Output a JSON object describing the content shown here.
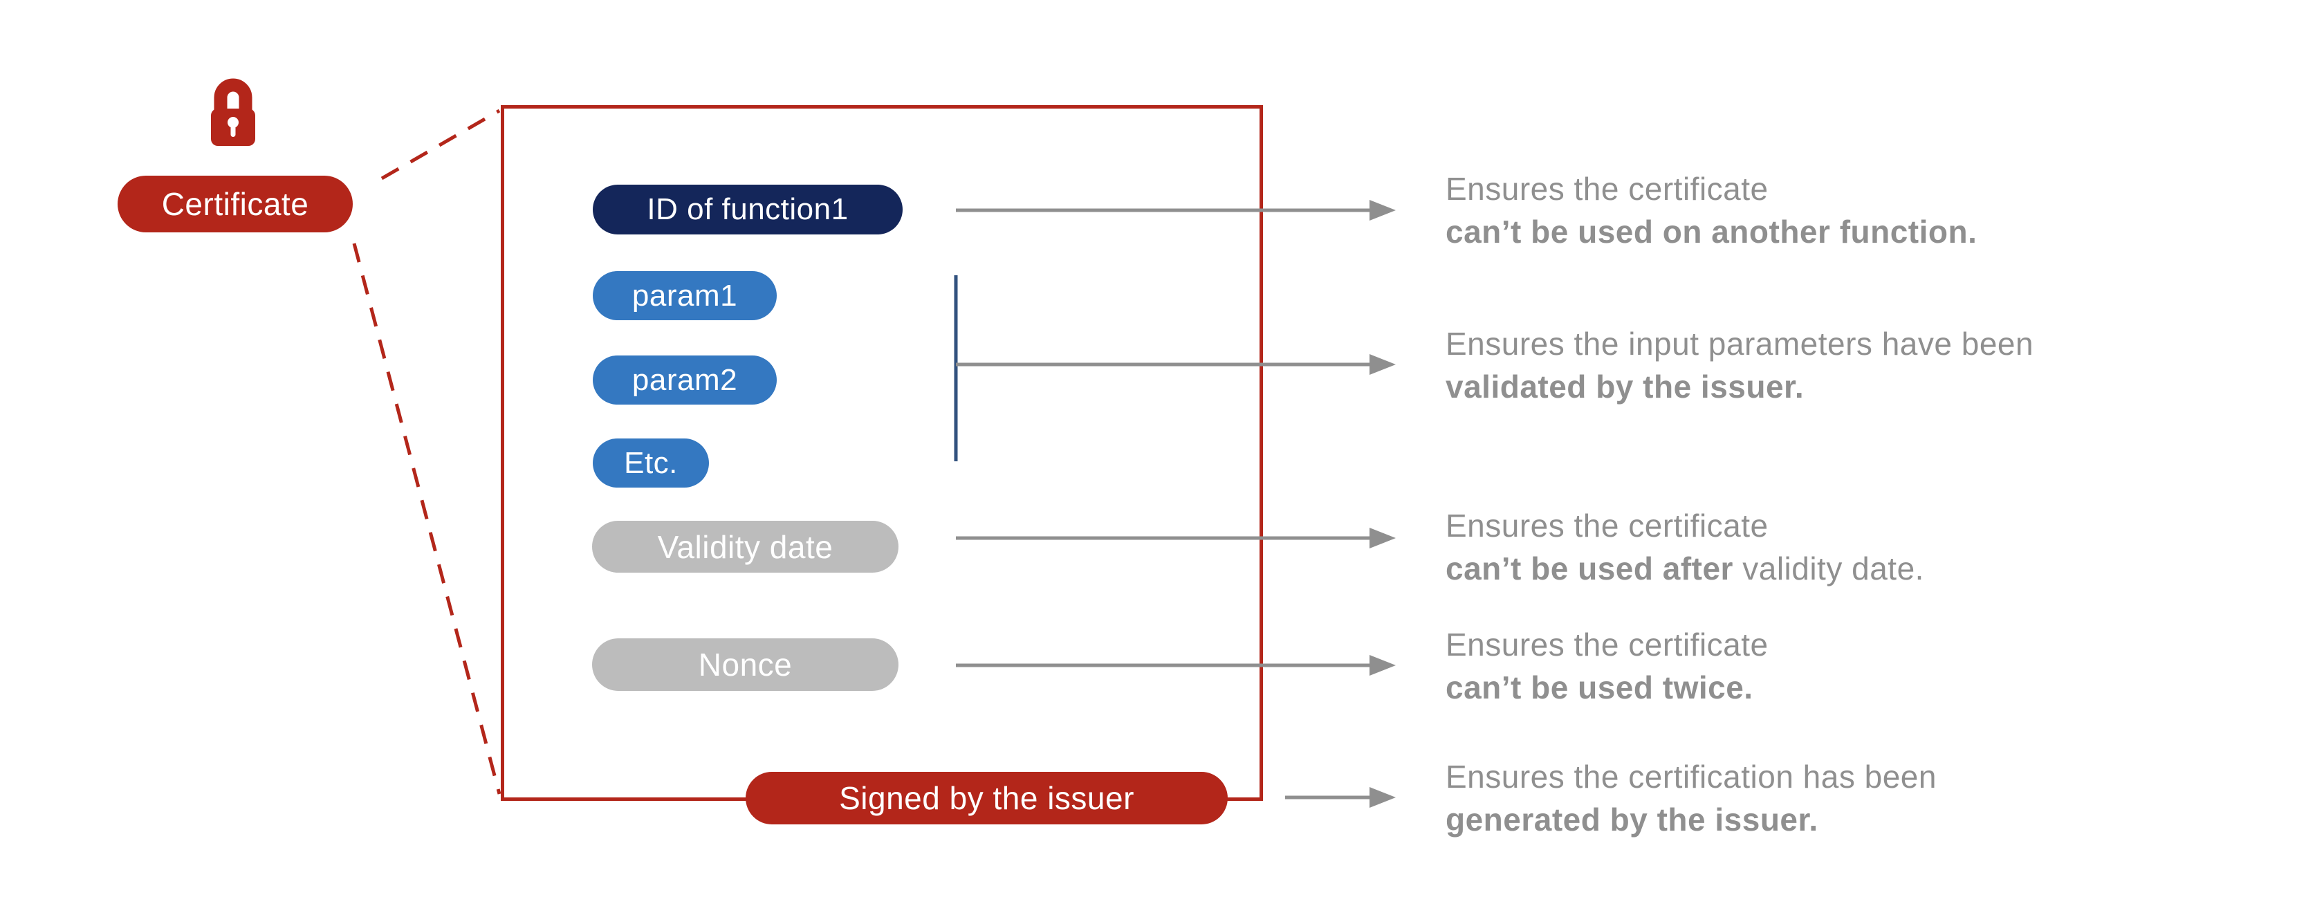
{
  "certificate": {
    "label": "Certificate"
  },
  "lock_icon": "lock",
  "box": {
    "fields": [
      {
        "label": "ID of function1",
        "style": "navy"
      },
      {
        "label": "param1",
        "style": "blue"
      },
      {
        "label": "param2",
        "style": "blue"
      },
      {
        "label": "Etc.",
        "style": "blue"
      },
      {
        "label": "Validity date",
        "style": "gray"
      },
      {
        "label": "Nonce",
        "style": "gray"
      }
    ],
    "signed": {
      "label": "Signed by the issuer"
    }
  },
  "annotations": [
    {
      "line1": "Ensures the certificate",
      "bold": "can’t be used on another function.",
      "suffix": ""
    },
    {
      "line1": "Ensures the input parameters have been",
      "bold": "validated by the issuer.",
      "suffix": ""
    },
    {
      "line1": "Ensures the certificate",
      "bold": "can’t be used after",
      "suffix": " validity date."
    },
    {
      "line1": "Ensures the certificate",
      "bold": "can’t be used twice.",
      "suffix": ""
    },
    {
      "line1": "Ensures the certification has been",
      "bold": "generated by the issuer.",
      "suffix": ""
    }
  ],
  "colors": {
    "red": "#b3261a",
    "navy": "#14265a",
    "blue": "#3478c1",
    "gray_pill": "#bcbcbc",
    "text_gray": "#8f8f8f",
    "arrow_gray": "#8f8f8f",
    "bracket_blue": "#31517e",
    "bg": "#ffffff"
  }
}
